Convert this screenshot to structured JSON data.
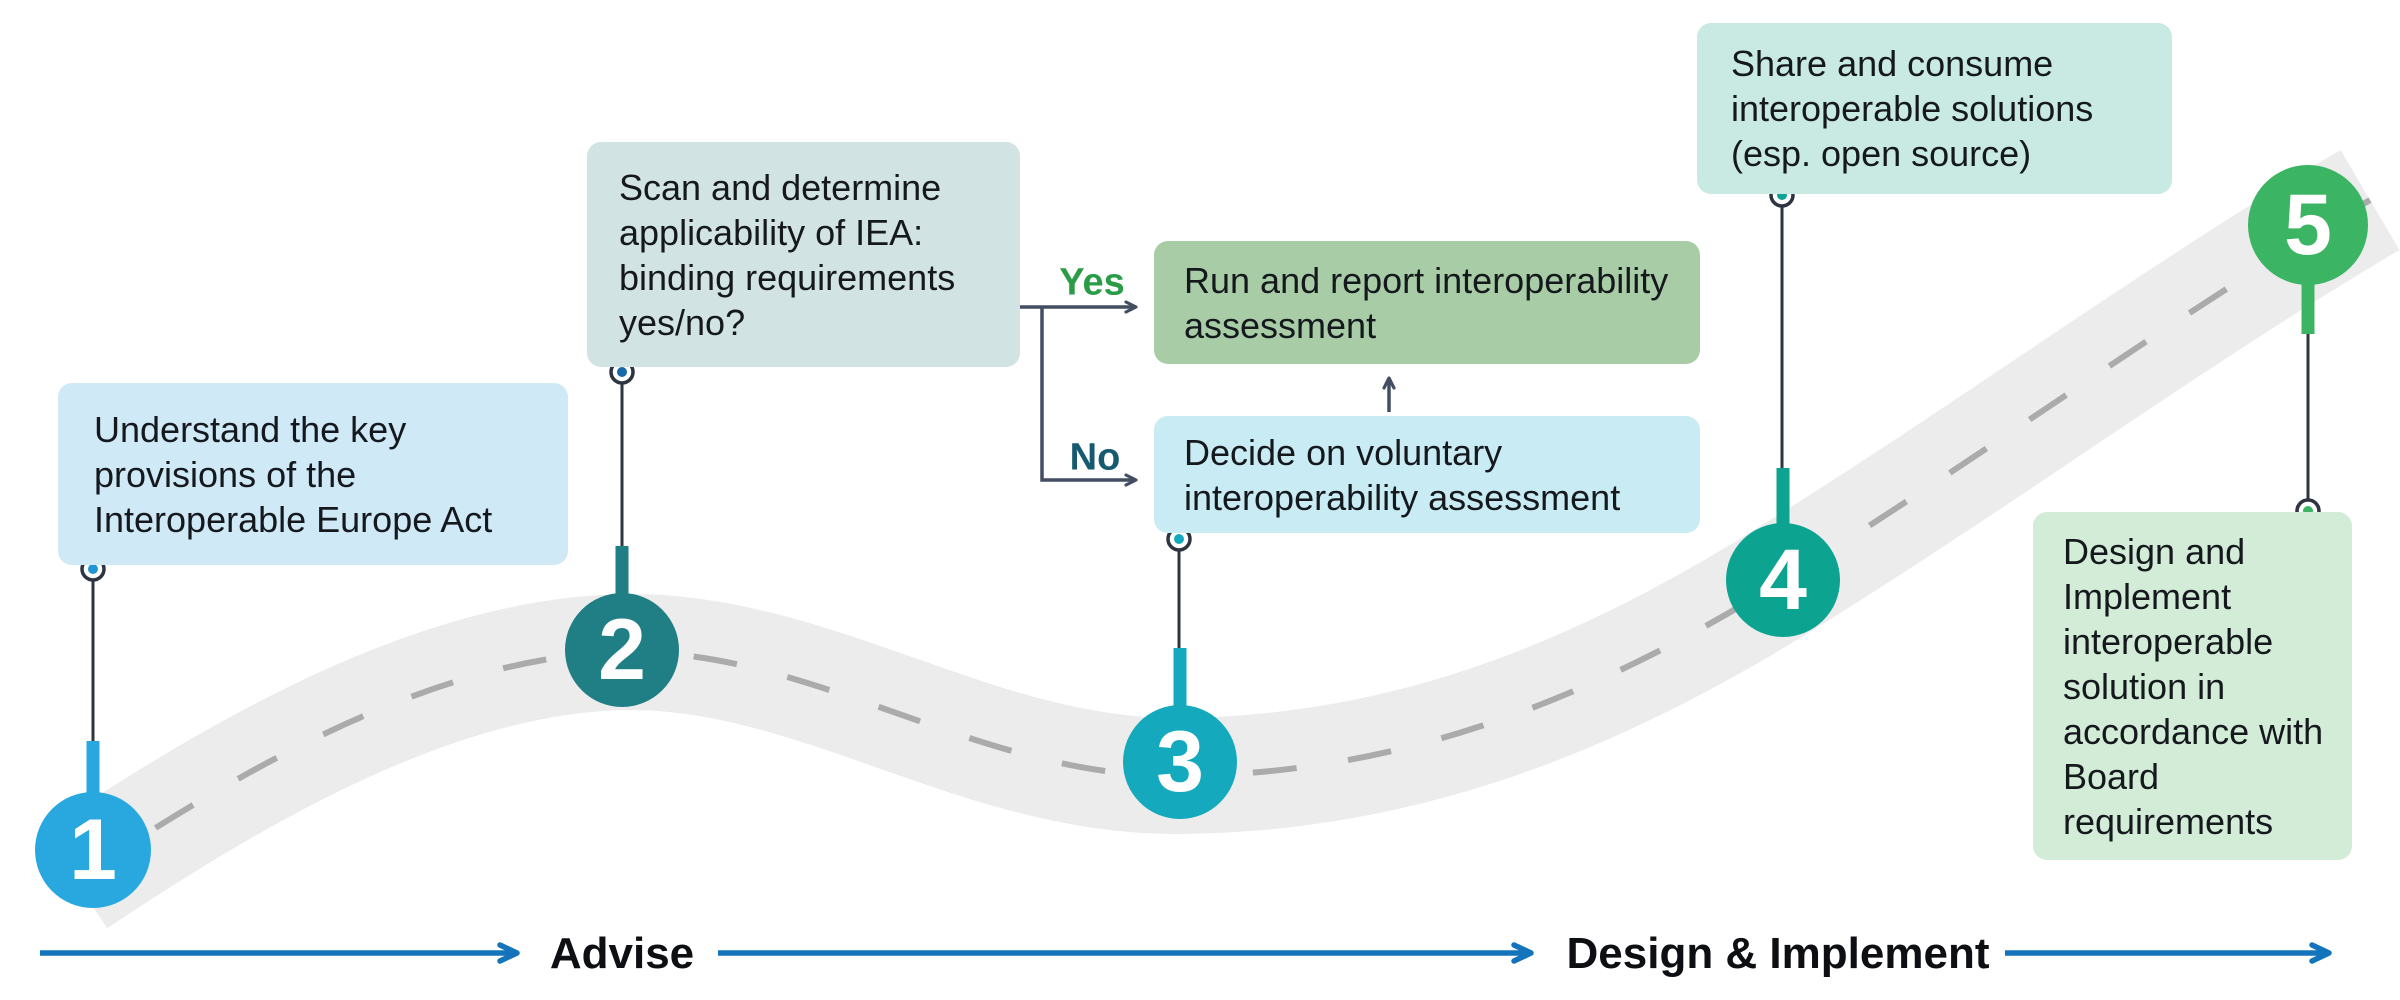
{
  "boxes": {
    "step1": "Understand the key provisions of the Interoperable Europe Act",
    "step2": "Scan and determine applicability of IEA: binding requirements yes/no?",
    "yes_outcome": "Run and report interoperability assessment",
    "step3": "Decide on voluntary interoperability assessment",
    "step4": "Share and consume interoperable solutions (esp. open source)",
    "step5": "Design and Implement interoperable solution in accordance with Board requirements"
  },
  "decision_labels": {
    "yes": "Yes",
    "no": "No"
  },
  "step_numbers": [
    "1",
    "2",
    "3",
    "4",
    "5"
  ],
  "timeline_phases": {
    "phase1": "Advise",
    "phase2": "Design & Implement"
  },
  "colors": {
    "step1_circle": "#29a8e0",
    "step2_circle": "#207e85",
    "step3_circle": "#14a9bc",
    "step4_circle": "#0ca491",
    "step5_circle": "#3bb564",
    "box_step1": "#cfe9f7",
    "box_step2": "#d2e3e4",
    "box_yes_outcome": "#a8cda6",
    "box_step3": "#c9ebf3",
    "box_step4": "#c9eae3",
    "box_step5": "#d3ecd8",
    "yes_text": "#2a9c48",
    "no_text": "#175a70",
    "timeline_arrow": "#1374bc",
    "road": "#ececec",
    "road_dash": "#ababab",
    "connector": "#2e3440"
  }
}
